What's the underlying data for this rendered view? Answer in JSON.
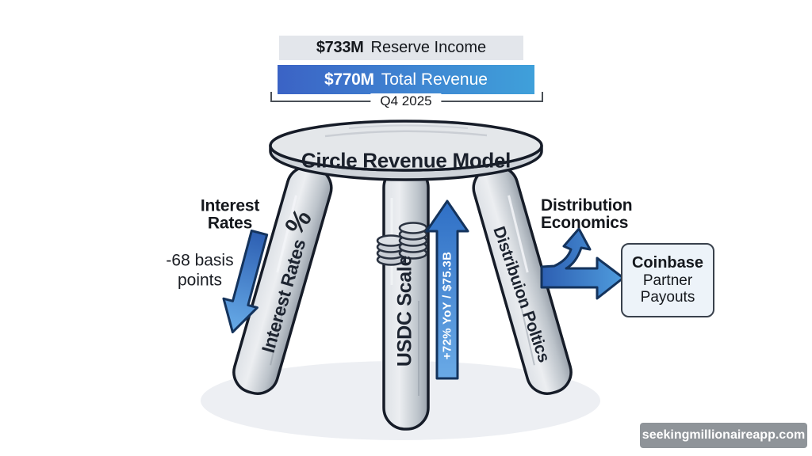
{
  "title_area": {
    "reserve_income_value": "$733M",
    "reserve_income_label": "Reserve Income",
    "total_revenue_value": "$770M",
    "total_revenue_label": "Total Revenue",
    "period_label": "Q4 2025"
  },
  "stool": {
    "seat_label": "Circle Revenue Model",
    "left_leg_label": "Interest Rates",
    "left_leg_icon": "percent-icon",
    "percent_glyph": "%",
    "middle_leg_label": "USDC Scale",
    "middle_leg_icon": "coins-icon",
    "right_leg_label": "Distribuion Poltics"
  },
  "annotations": {
    "interest_title_1": "Interest",
    "interest_title_2": "Rates",
    "interest_value_1": "-68 basis",
    "interest_value_2": "points",
    "usdc_arrow_label": "+72% YoY / $75.3B",
    "distribution_title_1": "Distribution",
    "distribution_title_2": "Economics",
    "payout_box_line1": "Coinbase",
    "payout_box_line2": "Partner",
    "payout_box_line3": "Payouts"
  },
  "footer": {
    "watermark": "seekingmillionaireapp.com"
  },
  "colors": {
    "banner_gray_bg": "#e3e6eb",
    "banner_blue_start": "#3b63c5",
    "banner_blue_end": "#3fa0da",
    "arrow_blue_dark": "#2d5fb2",
    "arrow_blue_light": "#68ace8",
    "outline_dark": "#161c28",
    "seat_gray": "#e4e7ea",
    "rim_gray": "#cfd4da",
    "leg_gray": "#c9ced5",
    "shadow_gray": "#edeff3",
    "payout_box_bg": "#edf3f9",
    "watermark_bg": "#80858b"
  }
}
